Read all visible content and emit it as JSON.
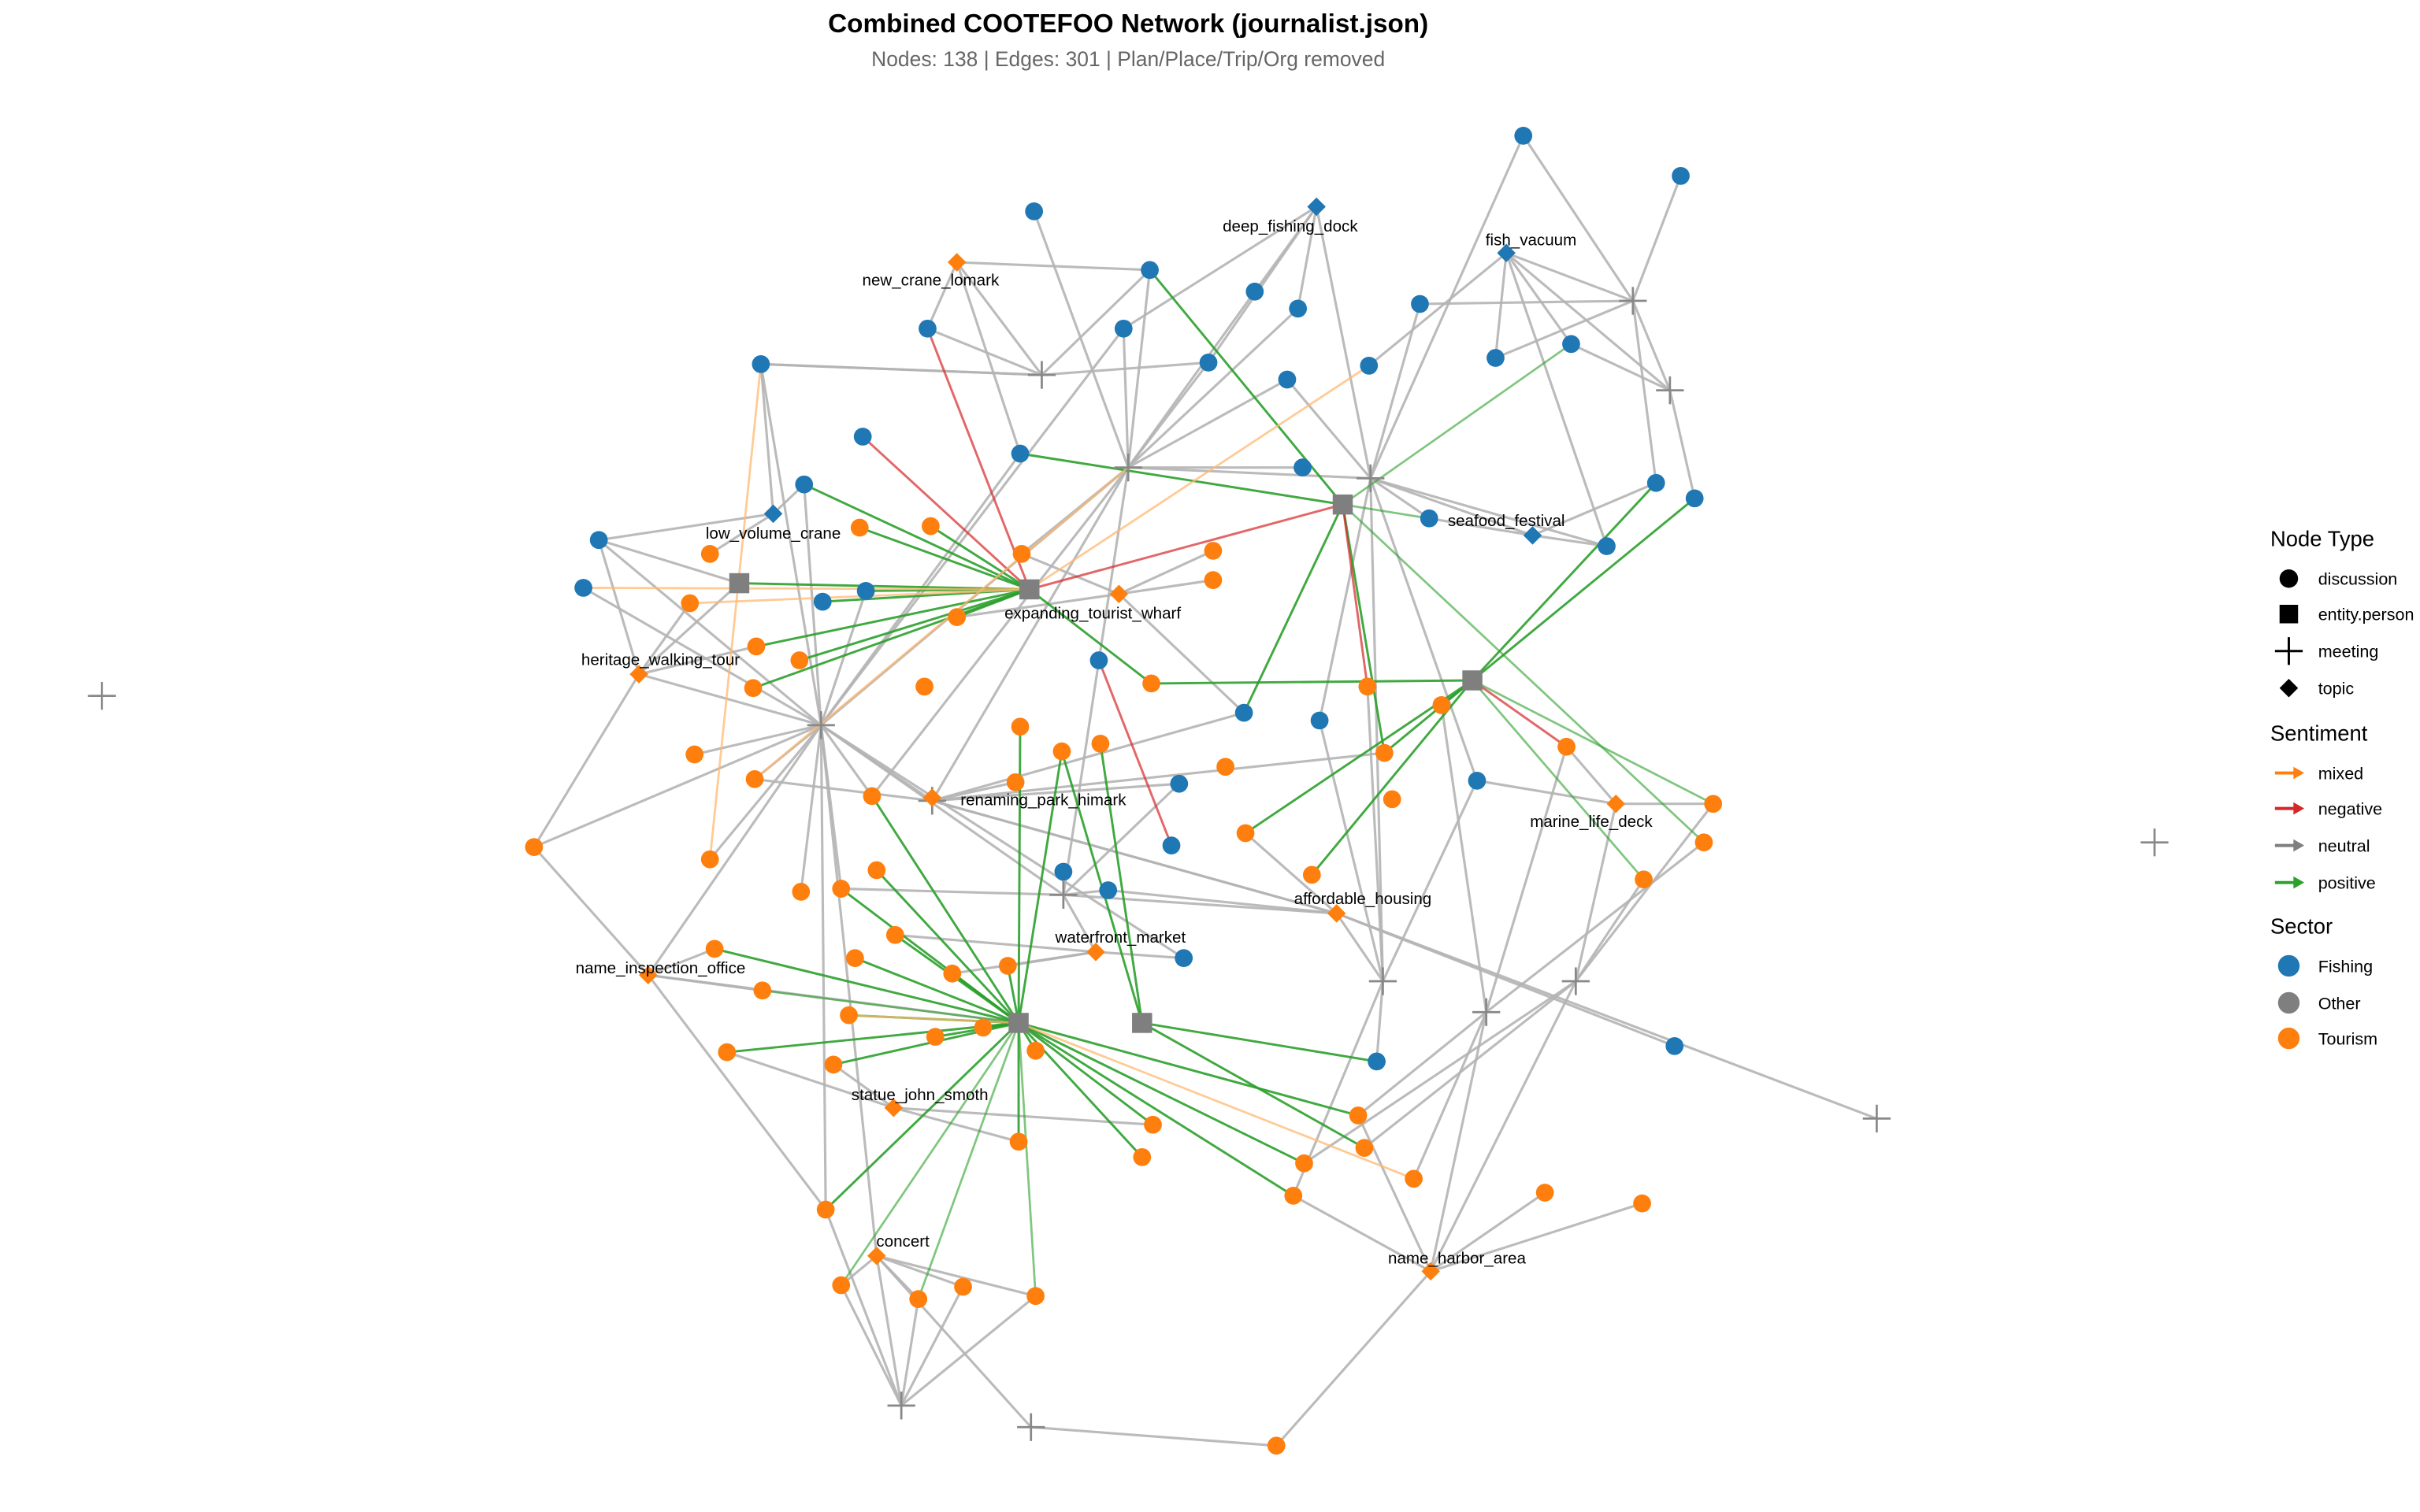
{
  "title": "Combined COOTEFOO Network (journalist.json)",
  "subtitle": "Nodes: 138 | Edges: 301 | Plan/Place/Trip/Org removed",
  "colors": {
    "fishing": "#1f77b4",
    "other": "#7f7f7f",
    "tourism": "#ff7f0e",
    "mixed": "#ff7f0e",
    "negative": "#d62728",
    "neutral": "#7f7f7f",
    "positive": "#2ca02c"
  },
  "topic_labels": [
    "deep_fishing_dock",
    "new_crane_lomark",
    "fish_vacuum",
    "low_volume_crane",
    "seafood_festival",
    "expanding_tourist_wharf",
    "heritage_walking_tour",
    "renaming_park_himark",
    "marine_life_deck",
    "affordable_housing",
    "waterfront_market",
    "name_inspection_office",
    "statue_john_smoth",
    "concert",
    "name_harbor_area"
  ],
  "legend": {
    "node_type": {
      "title": "Node Type",
      "items": [
        "discussion",
        "entity.person",
        "meeting",
        "topic"
      ]
    },
    "sentiment": {
      "title": "Sentiment",
      "items": [
        "mixed",
        "negative",
        "neutral",
        "positive"
      ]
    },
    "sector": {
      "title": "Sector",
      "items": [
        "Fishing",
        "Other",
        "Tourism"
      ]
    }
  }
}
